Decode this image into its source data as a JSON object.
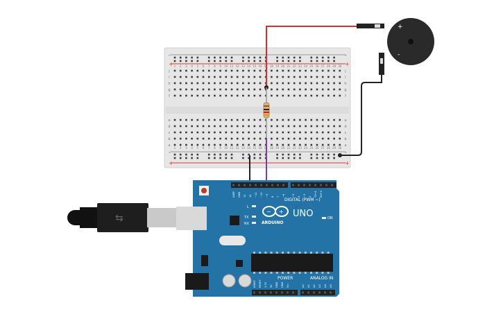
{
  "breadboard": {
    "rail_minus": "-",
    "rail_plus": "+",
    "row_letters_top": [
      "j",
      "i",
      "h",
      "g",
      "f"
    ],
    "row_letters_bottom": [
      "e",
      "d",
      "c",
      "b",
      "a"
    ],
    "column_numbers": [
      "1",
      "2",
      "3",
      "4",
      "5",
      "6",
      "7",
      "8",
      "9",
      "10",
      "11",
      "12",
      "13",
      "14",
      "15",
      "16",
      "17",
      "18",
      "19",
      "20",
      "21",
      "22",
      "23",
      "24",
      "25",
      "26",
      "27",
      "28",
      "29",
      "30"
    ],
    "colors": {
      "body": "#e6e6e6",
      "hole": "#3a3a3a",
      "red_rail": "#d13b3b",
      "gray_rail": "#9a9a9a"
    }
  },
  "piezo": {
    "plus": "+",
    "minus": "-"
  },
  "arduino": {
    "logo_text": "ARDUINO",
    "model": "UNO",
    "digital_label": "DIGITAL (PWM ~)",
    "power_label": "POWER",
    "analog_label": "ANALOG IN",
    "on_label": "ON",
    "led_labels": [
      "L",
      "TX",
      "RX"
    ],
    "top_header_pins": [
      "AREF",
      "GND",
      "13",
      "12",
      "~11",
      "~10",
      "~9",
      "8",
      "7",
      "~6",
      "~5",
      "4",
      "~3",
      "2",
      "TX→1",
      "RX←0"
    ],
    "power_pins": [
      "IOREF",
      "RESET",
      "3.3V",
      "5V",
      "GND",
      "GND",
      "Vin"
    ],
    "analog_pins": [
      "A0",
      "A1",
      "A2",
      "A3",
      "A4",
      "A5"
    ],
    "colors": {
      "board": "#2473a6",
      "header": "#222222",
      "text": "#ffffff"
    }
  },
  "wires": {
    "red": "#d32f2f",
    "black": "#222222",
    "purple": "#7b3fa0"
  }
}
